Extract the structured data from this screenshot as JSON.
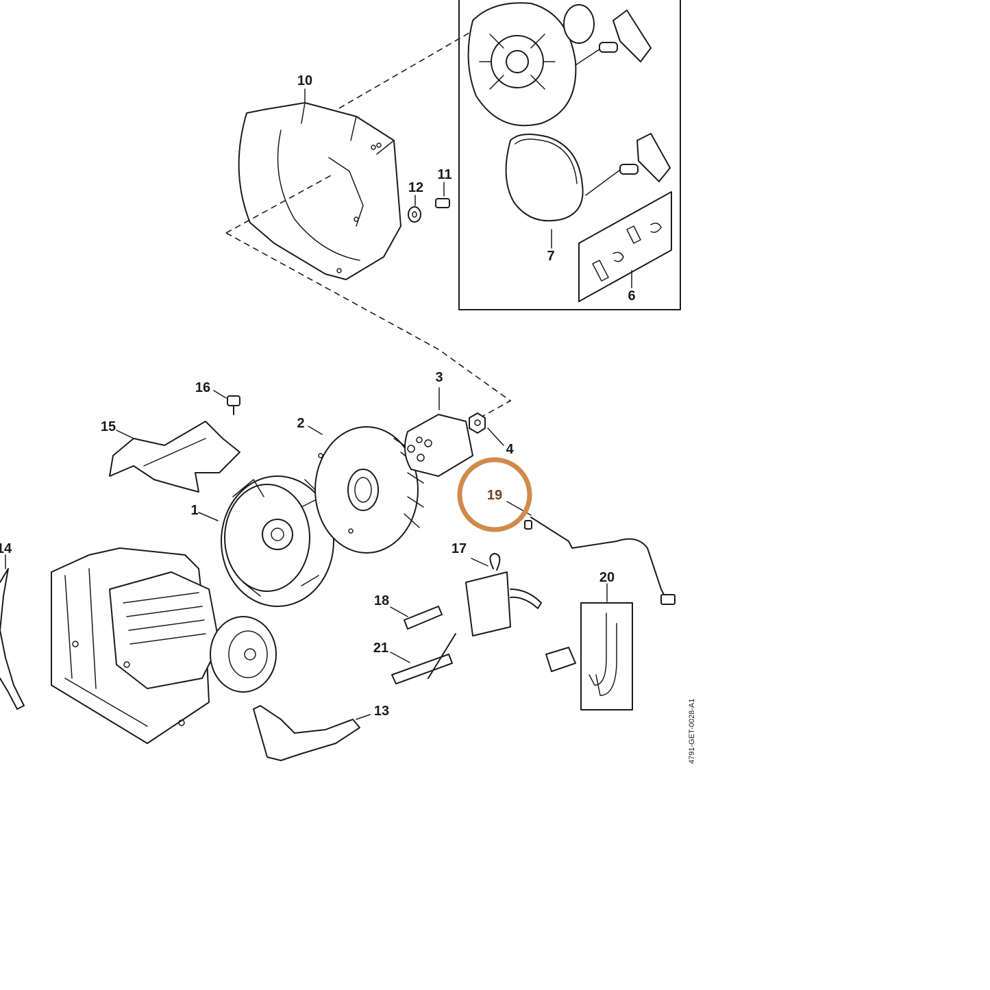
{
  "diagram": {
    "document_code": "4791-GET-0028-A1",
    "highlight": {
      "label": "19",
      "color": "#d08a4a"
    },
    "callouts": {
      "c1": "1",
      "c2": "2",
      "c3": "3",
      "c4": "4",
      "c6": "6",
      "c7": "7",
      "c10": "10",
      "c11": "11",
      "c12": "12",
      "c13": "13",
      "c14": "14",
      "c15": "15",
      "c16": "16",
      "c17": "17",
      "c18": "18",
      "c20": "20",
      "c21": "21"
    }
  }
}
